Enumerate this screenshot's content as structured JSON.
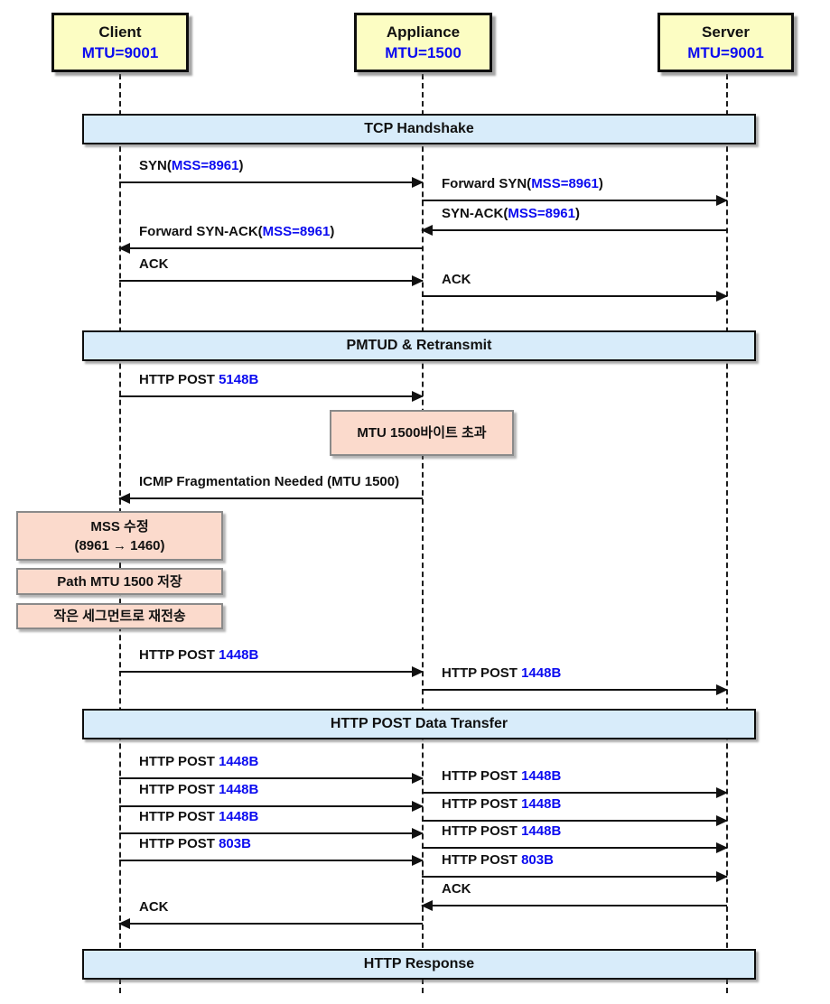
{
  "actors": [
    {
      "name": "Client",
      "mtu": "MTU=9001"
    },
    {
      "name": "Appliance",
      "mtu": "MTU=1500"
    },
    {
      "name": "Server",
      "mtu": "MTU=9001"
    }
  ],
  "sections": [
    {
      "label": "TCP Handshake"
    },
    {
      "label": "PMTUD & Retransmit"
    },
    {
      "label": "HTTP POST Data Transfer"
    },
    {
      "label": "HTTP Response"
    }
  ],
  "messages": [
    {
      "prefix": "SYN(",
      "value": "MSS=8961",
      "suffix": ")",
      "from": "Client",
      "to": "Appliance"
    },
    {
      "prefix": "Forward SYN(",
      "value": "MSS=8961",
      "suffix": ")",
      "from": "Appliance",
      "to": "Server"
    },
    {
      "prefix": "SYN-ACK(",
      "value": "MSS=8961",
      "suffix": ")",
      "from": "Server",
      "to": "Appliance"
    },
    {
      "prefix": "Forward SYN-ACK(",
      "value": "MSS=8961",
      "suffix": ")",
      "from": "Appliance",
      "to": "Client"
    },
    {
      "prefix": "ACK",
      "value": "",
      "suffix": "",
      "from": "Client",
      "to": "Appliance"
    },
    {
      "prefix": "ACK",
      "value": "",
      "suffix": "",
      "from": "Appliance",
      "to": "Server"
    },
    {
      "prefix": "HTTP POST ",
      "value": "5148B",
      "suffix": "",
      "from": "Client",
      "to": "Appliance"
    },
    {
      "prefix": "ICMP Fragmentation Needed (MTU 1500)",
      "value": "",
      "suffix": "",
      "from": "Appliance",
      "to": "Client"
    },
    {
      "prefix": "HTTP POST ",
      "value": "1448B",
      "suffix": "",
      "from": "Client",
      "to": "Appliance"
    },
    {
      "prefix": "HTTP POST ",
      "value": "1448B",
      "suffix": "",
      "from": "Appliance",
      "to": "Server"
    },
    {
      "prefix": "HTTP POST ",
      "value": "1448B",
      "suffix": "",
      "from": "Client",
      "to": "Appliance"
    },
    {
      "prefix": "HTTP POST ",
      "value": "1448B",
      "suffix": "",
      "from": "Appliance",
      "to": "Server"
    },
    {
      "prefix": "HTTP POST ",
      "value": "1448B",
      "suffix": "",
      "from": "Client",
      "to": "Appliance"
    },
    {
      "prefix": "HTTP POST ",
      "value": "1448B",
      "suffix": "",
      "from": "Appliance",
      "to": "Server"
    },
    {
      "prefix": "HTTP POST ",
      "value": "1448B",
      "suffix": "",
      "from": "Client",
      "to": "Appliance"
    },
    {
      "prefix": "HTTP POST ",
      "value": "1448B",
      "suffix": "",
      "from": "Appliance",
      "to": "Server"
    },
    {
      "prefix": "HTTP POST ",
      "value": "803B",
      "suffix": "",
      "from": "Client",
      "to": "Appliance"
    },
    {
      "prefix": "HTTP POST ",
      "value": "803B",
      "suffix": "",
      "from": "Appliance",
      "to": "Server"
    },
    {
      "prefix": "ACK",
      "value": "",
      "suffix": "",
      "from": "Server",
      "to": "Appliance"
    },
    {
      "prefix": "ACK",
      "value": "",
      "suffix": "",
      "from": "Appliance",
      "to": "Client"
    }
  ],
  "notes": [
    {
      "text": "MTU 1500바이트 초과",
      "over": "Appliance"
    },
    {
      "lines": [
        "MSS 수정",
        "(8961 → 1460)"
      ],
      "over": "Client"
    },
    {
      "text": "Path MTU 1500 저장",
      "over": "Client"
    },
    {
      "text": "작은 세그먼트로 재전송",
      "over": "Client"
    }
  ],
  "colors": {
    "actor_fill": "#FCFDC3",
    "section_fill": "#D8ECFA",
    "note_fill": "#FBDACC",
    "value_text": "#0B0BF0",
    "line": "#111111",
    "background": "#FFFFFF"
  }
}
